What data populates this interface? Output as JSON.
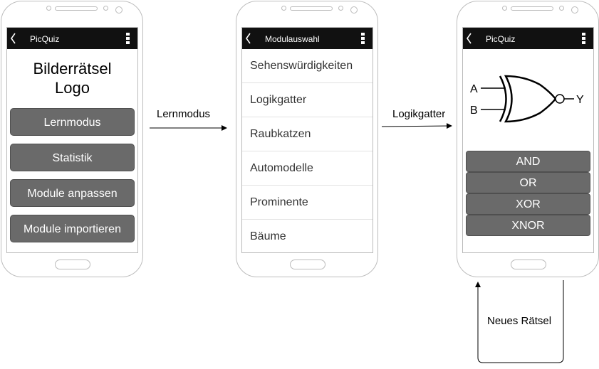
{
  "phone1": {
    "app_title": "PicQuiz",
    "heading_line1": "Bilderrätsel",
    "heading_line2": "Logo",
    "buttons": [
      "Lernmodus",
      "Statistik",
      "Module anpassen",
      "Module importieren"
    ]
  },
  "phone2": {
    "app_title": "Modulauswahl",
    "items": [
      "Sehenswürdigkeiten",
      "Logikgatter",
      "Raubkatzen",
      "Automodelle",
      "Prominente",
      "Bäume"
    ]
  },
  "phone3": {
    "app_title": "PicQuiz",
    "gate": {
      "input_a": "A",
      "input_b": "B",
      "output": "Y"
    },
    "answers": [
      "AND",
      "OR",
      "XOR",
      "XNOR"
    ]
  },
  "arrows": {
    "lernmodus": "Lernmodus",
    "logikgatter": "Logikgatter",
    "neues_raetsel": "Neues Rätsel"
  }
}
